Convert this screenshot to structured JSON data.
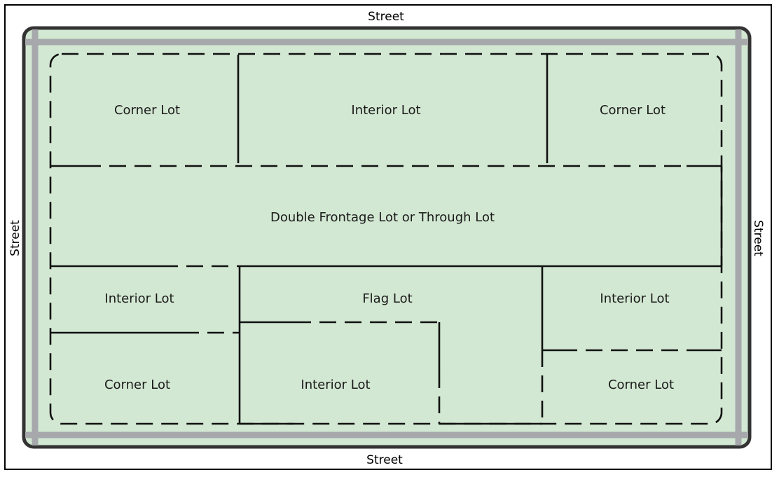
{
  "streets": {
    "top": "Street",
    "bottom": "Street",
    "left": "Street",
    "right": "Street"
  },
  "lots": {
    "corner_top_left": "Corner Lot",
    "interior_top": "Interior Lot",
    "corner_top_right": "Corner Lot",
    "through": "Double Frontage Lot or Through Lot",
    "interior_mid_left": "Interior Lot",
    "flag": "Flag Lot",
    "interior_mid_right": "Interior Lot",
    "corner_bottom_left": "Corner Lot",
    "interior_bottom": "Interior Lot",
    "corner_bottom_right": "Corner Lot"
  },
  "colors": {
    "lot_fill": "#d3e8d3",
    "street_band": "#a6a8ab",
    "outer_border": "#333333",
    "line": "#111111"
  }
}
